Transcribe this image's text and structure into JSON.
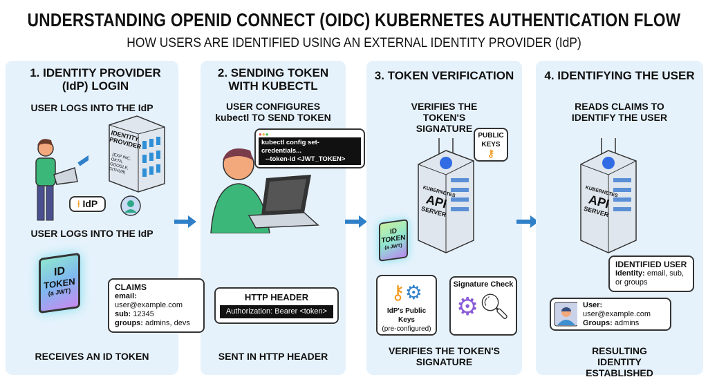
{
  "title": "UNDERSTANDING OPENID CONNECT (OIDC) KUBERNETES AUTHENTICATION FLOW",
  "subtitle": "HOW USERS ARE IDENTIFIED USING AN EXTERNAL IDENTITY PROVIDER (IdP)",
  "panels": [
    {
      "heading": "1. IDENTITY PROVIDER (IdP) LOGIN",
      "top_caption": "USER LOGS INTO THE IdP",
      "building_label": "IDENTITY PROVIDER",
      "building_sub": "(EXP INC, OKTA, GOOGLE, GITHUB)",
      "idp_badge": "IdP",
      "mid_caption": "USER LOGS INTO THE IdP",
      "token": [
        "ID",
        "TOKEN",
        "(a JWT)"
      ],
      "claims_title": "CLAIMS",
      "claims": [
        {
          "k": "email:",
          "v": "user@example.com"
        },
        {
          "k": "sub:",
          "v": "12345"
        },
        {
          "k": "groups:",
          "v": "admins, devs"
        }
      ],
      "bottom_caption": "RECEIVES AN ID TOKEN"
    },
    {
      "heading": "2. SENDING TOKEN WITH KUBECTL",
      "top_caption": "USER CONFIGURES kubectl TO SEND TOKEN",
      "terminal": [
        "kubectl config set-credentials...",
        "--token-id <JWT_TOKEN>"
      ],
      "header_title": "HTTP HEADER",
      "header_value": "Authorization: Bearer <token>",
      "bottom_caption": "SENT IN HTTP HEADER"
    },
    {
      "heading": "3. TOKEN VERIFICATION",
      "top_caption": "VERIFIES THE TOKEN'S SIGNATURE",
      "public_keys": "PUBLIC KEYS",
      "server": [
        "KUBERNETES",
        "API",
        "SERVER"
      ],
      "token": [
        "ID",
        "TOKEN",
        "(a JWT)"
      ],
      "keys_box": [
        "IdP's Public Keys",
        "(pre-configured)"
      ],
      "sig_box": "Signature Check",
      "bottom_caption": "VERIFIES THE TOKEN'S SIGNATURE"
    },
    {
      "heading": "4. IDENTIFYING THE USER",
      "top_caption": "READS CLAIMS TO IDENTIFY THE USER",
      "server": [
        "KUBERNETES",
        "API",
        "SERVER"
      ],
      "identified_title": "IDENTIFIED USER",
      "identified_key": "Identity:",
      "identified_val": "email, sub, or groups",
      "user_key": "User:",
      "user_val": "user@example.com",
      "groups_key": "Groups:",
      "groups_val": "admins",
      "bottom_caption": "RESULTING IDENTITY ESTABLISHED"
    }
  ],
  "colors": {
    "panel": "#e6f2fb",
    "arrow": "#2f80c8",
    "accent_orange": "#f29a1d",
    "k8s_blue": "#326ce5"
  }
}
